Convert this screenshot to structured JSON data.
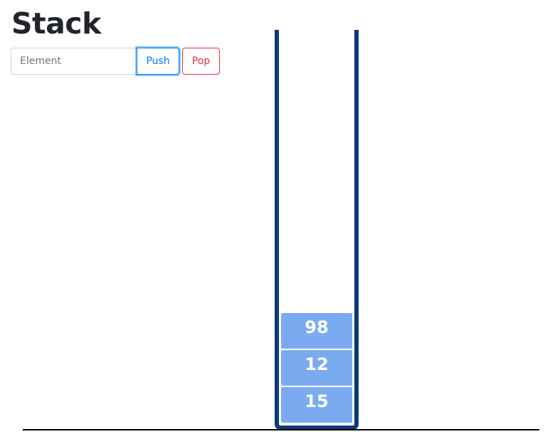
{
  "header": {
    "title": "Stack"
  },
  "controls": {
    "input_placeholder": "Element",
    "input_value": "",
    "push_label": "Push",
    "pop_label": "Pop"
  },
  "stack": {
    "items": [
      "98",
      "12",
      "15"
    ]
  },
  "colors": {
    "container": "#0b3a78",
    "item": "#7aabf1",
    "push": "#007bff",
    "pop": "#dc3545"
  }
}
